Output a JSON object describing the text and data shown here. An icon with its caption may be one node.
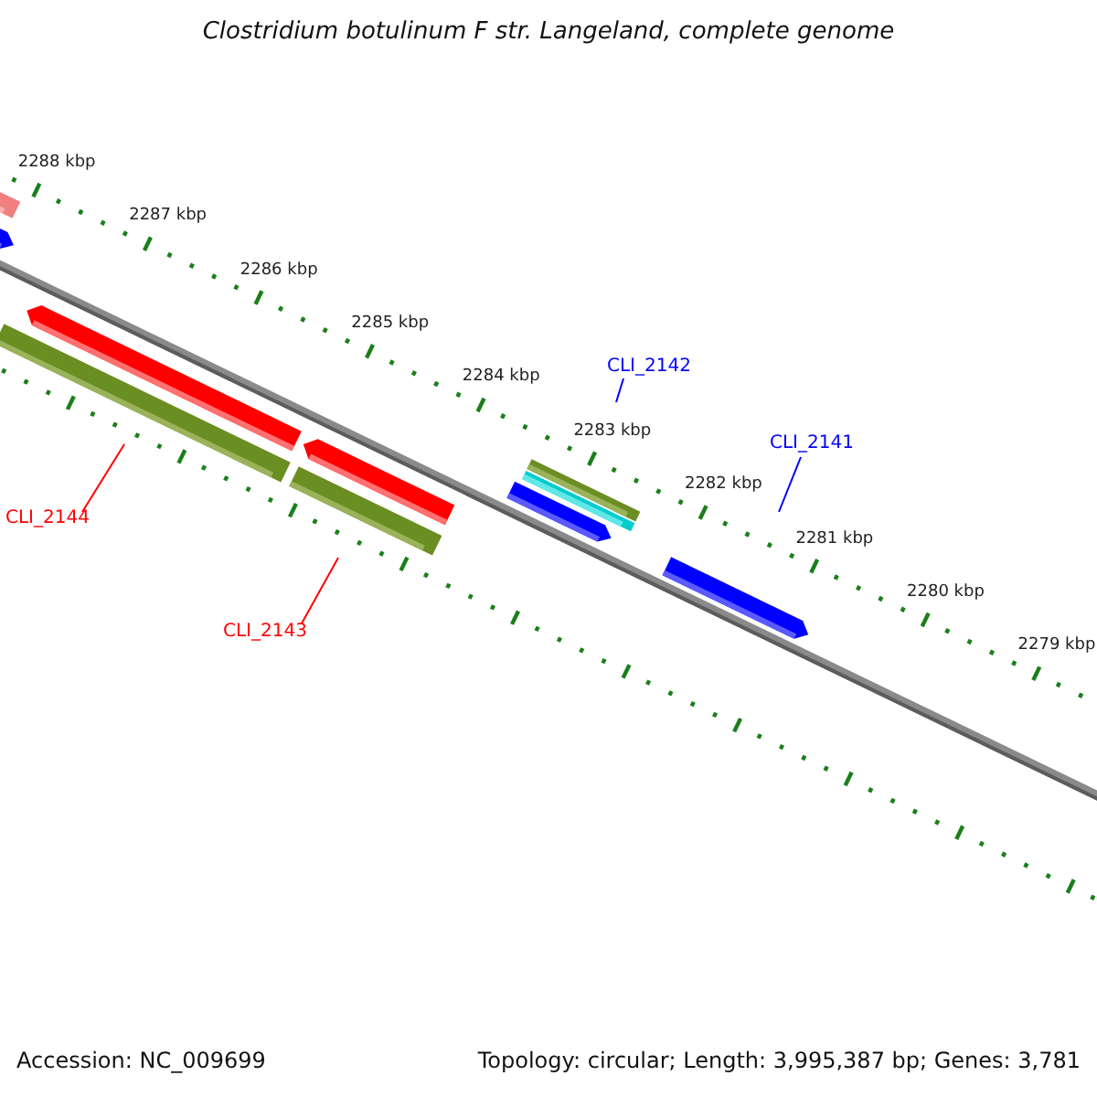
{
  "diagram": {
    "title": "Clostridium botulinum F str. Langeland, complete genome",
    "nodes": [
      {
        "text": [
          "CLI_2142"
        ]
      },
      {
        "text": [
          "CLI_2141"
        ]
      },
      {
        "text": [
          "CLI_2144"
        ]
      },
      {
        "text": [
          "CLI_2143"
        ]
      }
    ],
    "edges": [
      {
        "from": 0,
        "to": null,
        "arrow": "none",
        "color": "#0000ff"
      },
      {
        "from": 1,
        "to": null,
        "arrow": "none",
        "color": "#0000ff"
      },
      {
        "from": 2,
        "to": null,
        "arrow": "none",
        "color": "#ff0000"
      },
      {
        "from": 3,
        "to": null,
        "arrow": "none",
        "color": "#ff0000"
      }
    ],
    "labels": [
      "2288 kbp",
      "2287 kbp",
      "2286 kbp",
      "2285 kbp",
      "2284 kbp",
      "2283 kbp",
      "2282 kbp",
      "2281 kbp",
      "2280 kbp",
      "2279 kbp",
      "Accession: NC_009699",
      "Topology: circular; Length: 3,995,387 bp; Genes: 3,781"
    ]
  }
}
